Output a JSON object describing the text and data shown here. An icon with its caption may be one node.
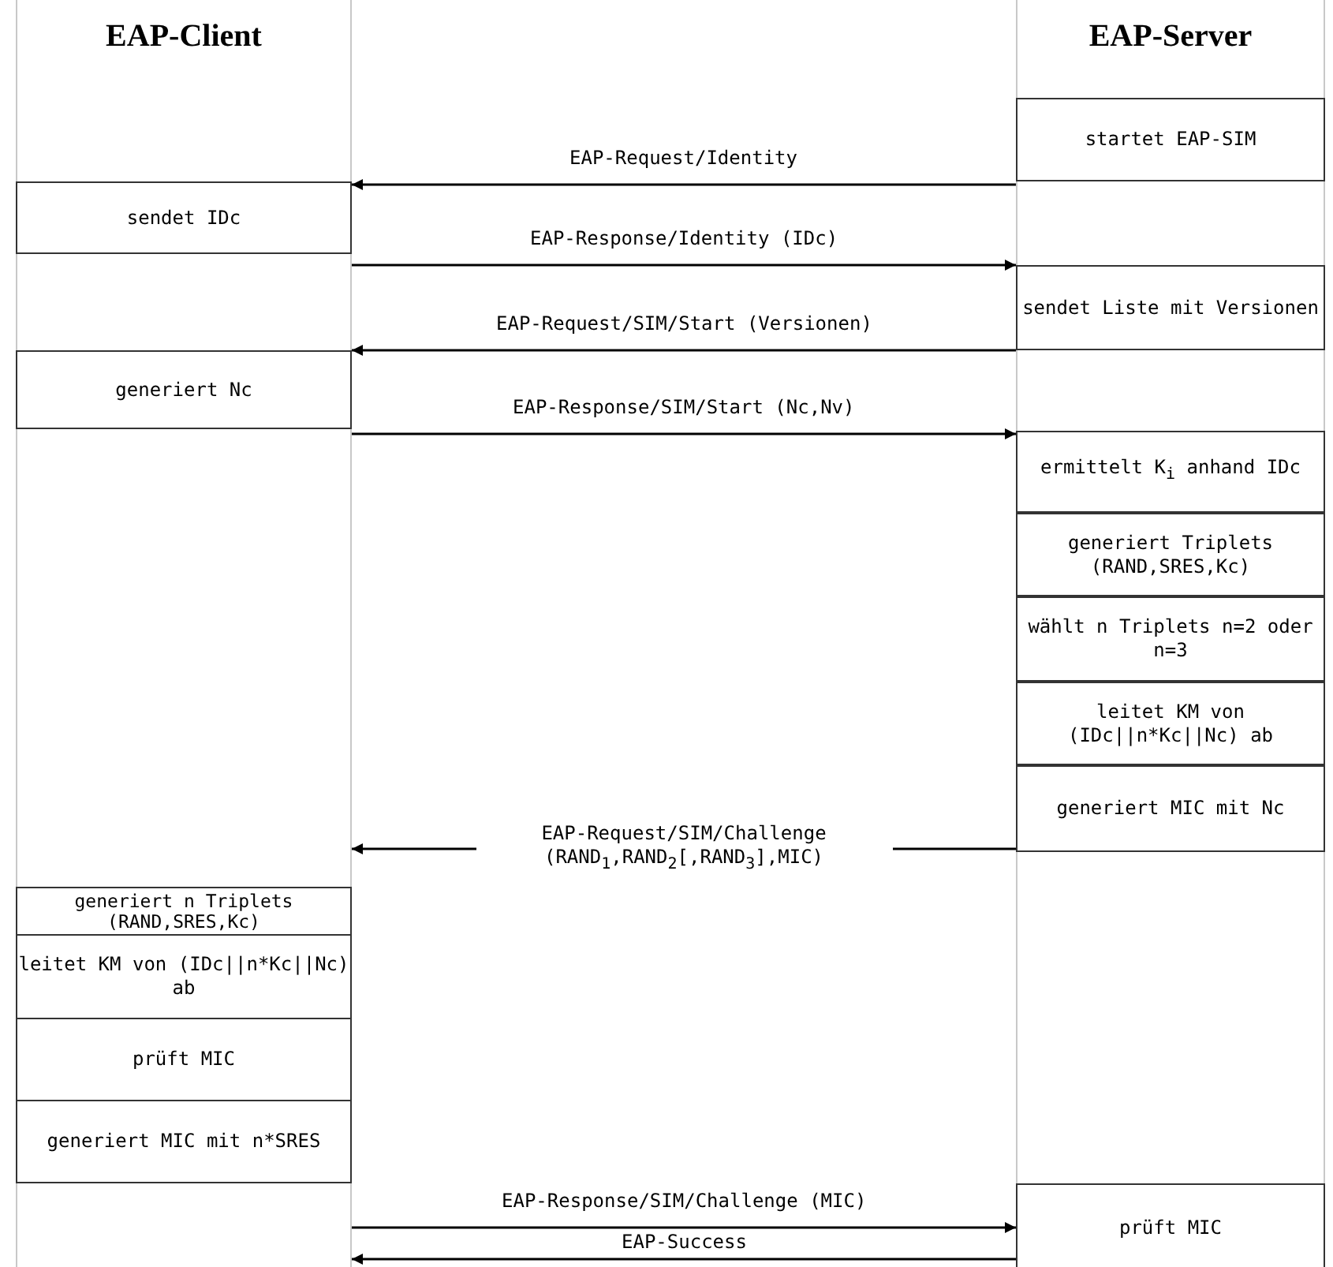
{
  "diagram": {
    "nodes": [
      {
        "text": [
          "EAP-Client"
        ]
      },
      {
        "text": [
          "EAP-Server"
        ]
      },
      {
        "text": [
          "startet EAP-SIM"
        ],
        "in": 1
      },
      {
        "text": [
          "sendet IDc"
        ],
        "in": 0
      },
      {
        "text": [
          "sendet Liste mit Versionen"
        ],
        "in": 1
      },
      {
        "text": [
          "generiert Nc"
        ],
        "in": 0
      },
      {
        "text": [
          "ermittelt K$_{i}$ anhand IDc"
        ],
        "in": 1
      },
      {
        "text": [
          "generiert Triplets (RAND,SRES,Kc)"
        ],
        "in": 1
      },
      {
        "text": [
          "wählt n Triplets n=2 oder n=3"
        ],
        "in": 1
      },
      {
        "text": [
          "leitet KM von (IDc||n*Kc||Nc) ab"
        ],
        "in": 1
      },
      {
        "text": [
          "generiert MIC mit Nc"
        ],
        "in": 1
      },
      {
        "text": [
          "generiert n Triplets (RAND,SRES,Kc)"
        ],
        "in": 0
      },
      {
        "text": [
          "leitet KM von (IDc||n*Kc||Nc) ab"
        ],
        "in": 0
      },
      {
        "text": [
          "prüft MIC"
        ],
        "in": 0
      },
      {
        "text": [
          "generiert MIC mit n*SRES"
        ],
        "in": 0
      },
      {
        "text": [
          "prüft MIC"
        ],
        "in": 1
      }
    ],
    "edges": [
      {
        "from": 1,
        "to": 0,
        "arrow": "to",
        "label": "EAP-Request/Identity"
      },
      {
        "from": 0,
        "to": 1,
        "arrow": "to",
        "label": "EAP-Response/Identity (IDc)"
      },
      {
        "from": 1,
        "to": 0,
        "arrow": "to",
        "label": "EAP-Request/SIM/Start (Versionen)"
      },
      {
        "from": 0,
        "to": 1,
        "arrow": "to",
        "label": "EAP-Response/SIM/Start (Nc,Nv)"
      },
      {
        "from": 1,
        "to": 0,
        "arrow": "to",
        "label": "EAP-Request/SIM/Challenge (RAND$_{1}$,RAND$_{2}$[,RAND$_{3}$],MIC)"
      },
      {
        "from": 0,
        "to": 1,
        "arrow": "to",
        "label": "EAP-Response/SIM/Challenge (MIC)"
      },
      {
        "from": 1,
        "to": 0,
        "arrow": "to",
        "label": "EAP-Success"
      }
    ]
  }
}
